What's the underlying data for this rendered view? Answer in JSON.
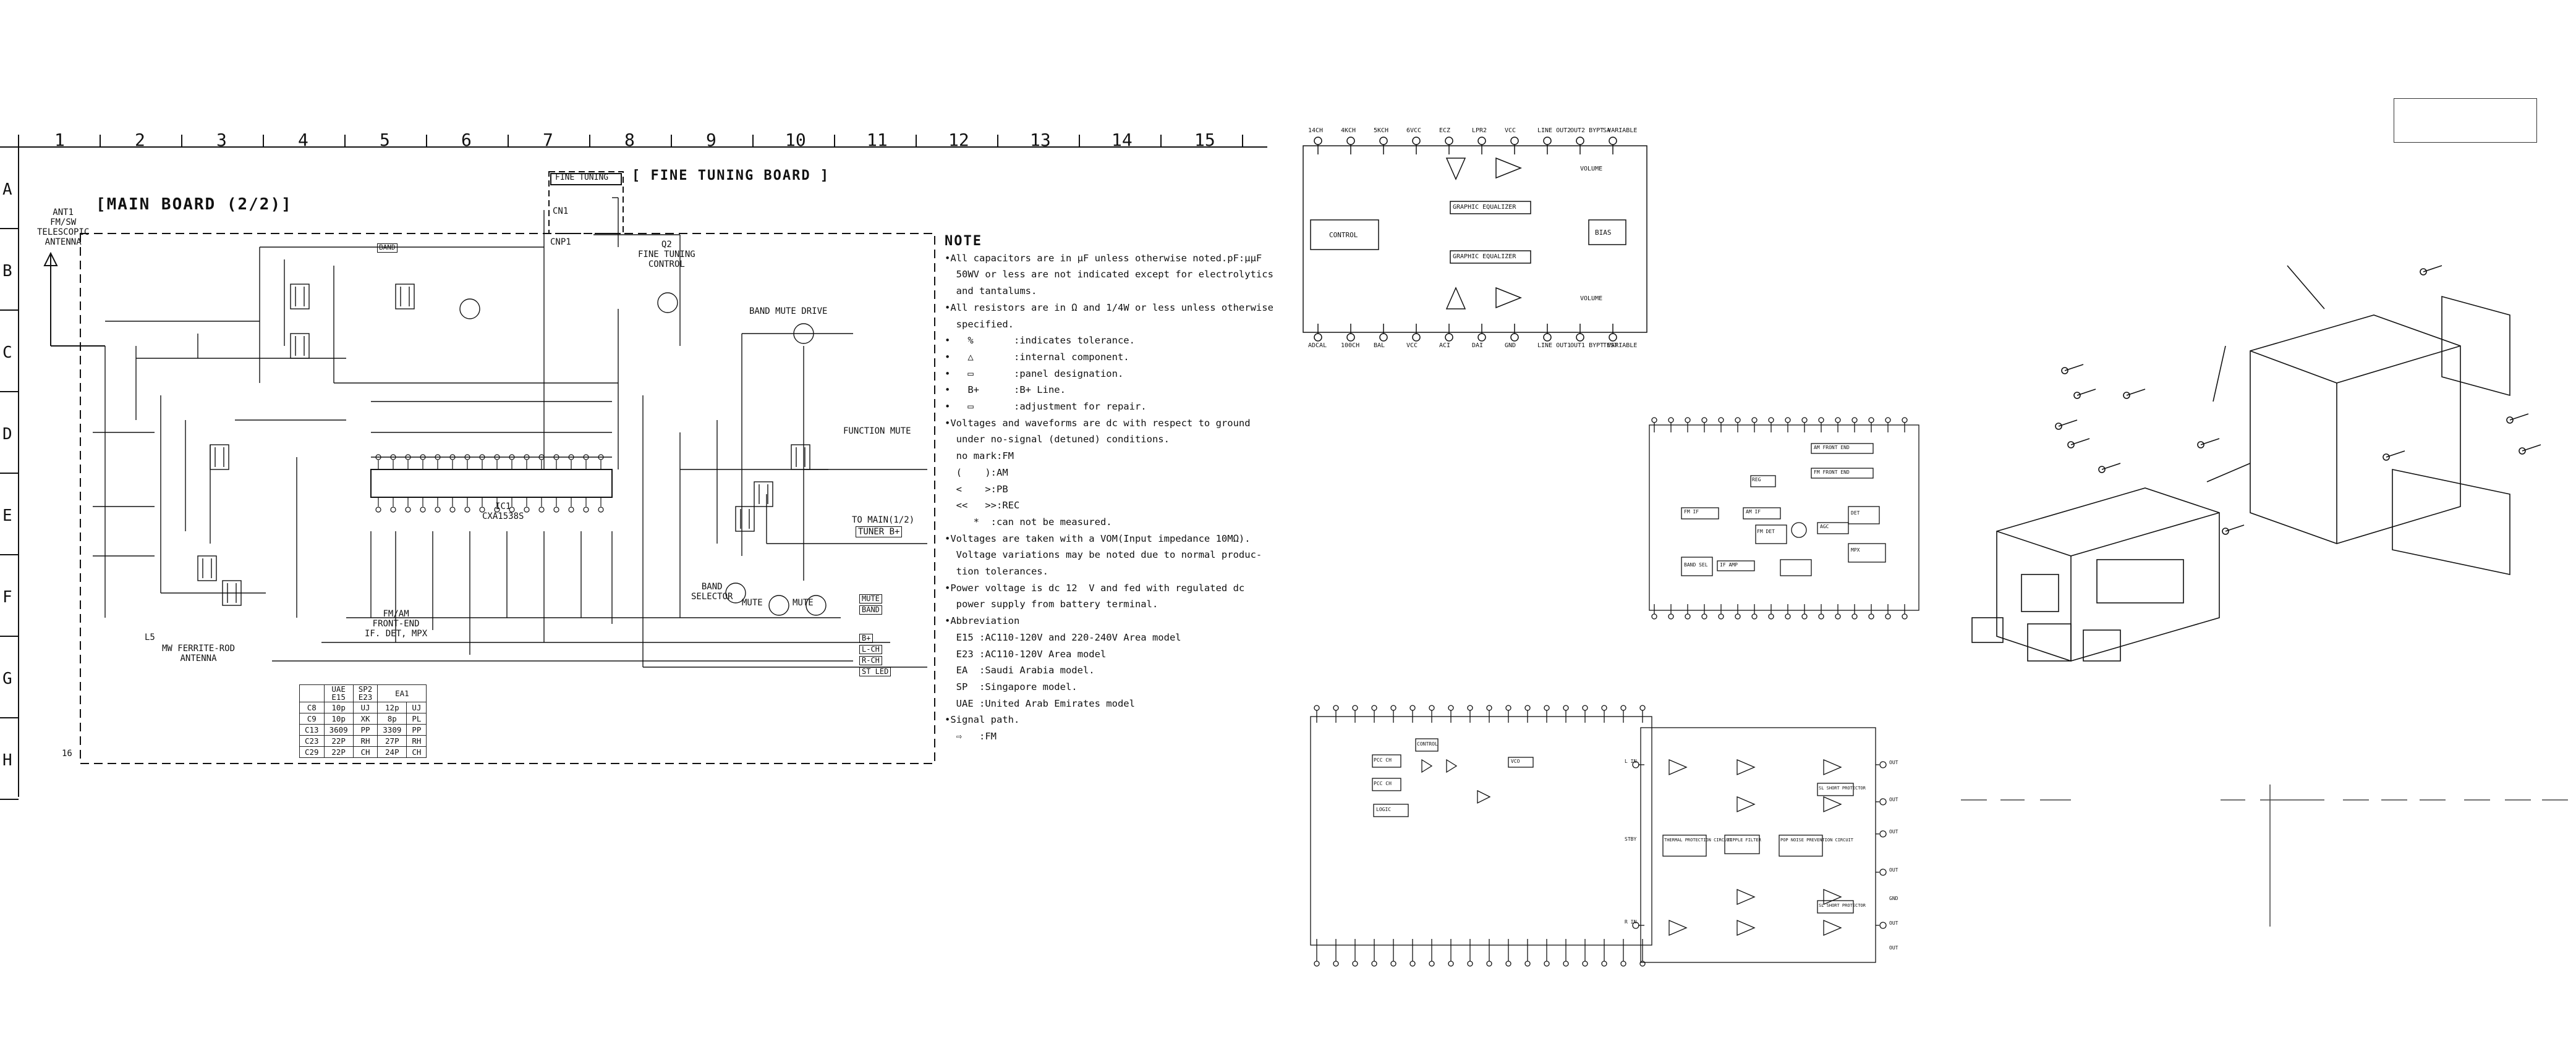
{
  "grid": {
    "columns": [
      "1",
      "2",
      "3",
      "4",
      "5",
      "6",
      "7",
      "8",
      "9",
      "10",
      "11",
      "12",
      "13",
      "14",
      "15"
    ],
    "rows": [
      "A",
      "B",
      "C",
      "D",
      "E",
      "F",
      "G",
      "H"
    ]
  },
  "titles": {
    "main_board": "[MAIN BOARD (2/2)]",
    "fine_tuning_board": "[ FINE TUNING BOARD ]",
    "fine_tuning_tag": "FINE TUNING"
  },
  "labels": {
    "antenna": "ANT1\nFM/SW\nTELESCOPIC\nANTENNA",
    "fine_tuning_control": "Q2\nFINE TUNING\nCONTROL",
    "band_mute_drive": "BAND MUTE DRIVE",
    "function_mute": "FUNCTION MUTE",
    "to_main": "TO MAIN(1/2)",
    "tuner_b": "TUNER B+",
    "band_selector": "BAND\nSELECTOR",
    "mute1": "MUTE",
    "mute2": "MUTE",
    "fm_front_end": "FM/AM\nFRONT-END\nIF. DET, MPX",
    "ferrite": "MW FERRITE-ROD\nANTENNA",
    "l5": "L5",
    "band": "BAND",
    "cn1": "CN1",
    "cnp1": "CNP1",
    "ic1": "IC1\nCXA1538S",
    "corner_num": "16"
  },
  "connector_tags": [
    "MUTE",
    "BAND",
    "B+",
    "L-CH",
    "R-CH",
    "ST LED"
  ],
  "version_table": {
    "header": [
      "",
      "UAE\nE15",
      "SP2\nE23",
      "EA1",
      ""
    ],
    "rows": [
      [
        "C8",
        "10p",
        "UJ",
        "12p",
        "UJ"
      ],
      [
        "C9",
        "10p",
        "XK",
        "8p",
        "PL"
      ],
      [
        "C13",
        "3609",
        "PP",
        "3309",
        "PP"
      ],
      [
        "C23",
        "22P",
        "RH",
        "27P",
        "RH"
      ],
      [
        "C29",
        "22P",
        "CH",
        "24P",
        "CH"
      ]
    ]
  },
  "note": {
    "heading": "NOTE",
    "lines": [
      "•All capacitors are in µF unless otherwise noted.pF:µµF",
      "  50WV or less are not indicated except for electrolytics",
      "  and tantalums.",
      "•All resistors are in Ω and 1/4W or less unless otherwise",
      "  specified.",
      "•   %       :indicates tolerance.",
      "•   △       :internal component.",
      "•   ▭       :panel designation.",
      "•   B+      :B+ Line.",
      "•   ▭       :adjustment for repair.",
      "•Voltages and waveforms are dc with respect to ground",
      "  under no-signal (detuned) conditions.",
      "  no mark:FM",
      "  (    ):AM",
      "  <    >:PB",
      "  <<   >>:REC",
      "     *  :can not be measured.",
      "•Voltages are taken with a VOM(Input impedance 10MΩ).",
      "  Voltage variations may be noted due to normal produc-",
      "  tion tolerances.",
      "•Power voltage is dc 12  V and fed with regulated dc",
      "  power supply from battery terminal.",
      "•Abbreviation",
      "  E15 :AC110-120V and 220-240V Area model",
      "  E23 :AC110-120V Area model",
      "  EA  :Saudi Arabia model.",
      "  SP  :Singapore model.",
      "  UAE :United Arab Emirates model",
      "•Signal path.",
      "  ⇨   :FM"
    ]
  },
  "ic1_block": {
    "top_pins": [
      "14CH",
      "4KCH",
      "5KCH",
      "6VCC",
      "ECZ",
      "LPR2",
      "VCC",
      "LINE OUT2",
      "OUT2 BYPT VARIABLE",
      "SA"
    ],
    "bottom_pins": [
      "ADCAL",
      "100CH",
      "BAL",
      "VCC",
      "ACI",
      "DAI",
      "GND",
      "LINE OUT1",
      "OUT1 BYPT VARIABLE",
      "TEST"
    ],
    "blocks": [
      "CONTROL",
      "GRAPHIC EQUALIZER",
      "GRAPHIC EQUALIZER",
      "VOLUME",
      "VOLUME",
      "BIAS"
    ]
  },
  "ic2_block": {
    "blocks": [
      "AM FRONT END",
      "FM FRONT END",
      "REG",
      "FM IF",
      "AM IF",
      "FM DET",
      "AGC",
      "DET",
      "MPX",
      "IF AMP",
      "BAND SEL"
    ]
  },
  "ic3_block": {
    "blocks": [
      "PCC CH",
      "PCC CH",
      "VCO",
      "LOGIC",
      "CONTROL"
    ]
  },
  "ic4_block": {
    "blocks": [
      "THERMAL PROTECTION CIRCUIT",
      "RIPPLE FILTER",
      "POP NOISE PREVENTION CIRCUIT",
      "SL SHORT PROTECTOR",
      "SL SHORT PROTECTOR"
    ],
    "inputs": [
      "L IN",
      "STBY",
      "R IN"
    ],
    "outputs": [
      "OUT",
      "OUT",
      "OUT",
      "OUT",
      "GND",
      "OUT",
      "OUT"
    ]
  }
}
